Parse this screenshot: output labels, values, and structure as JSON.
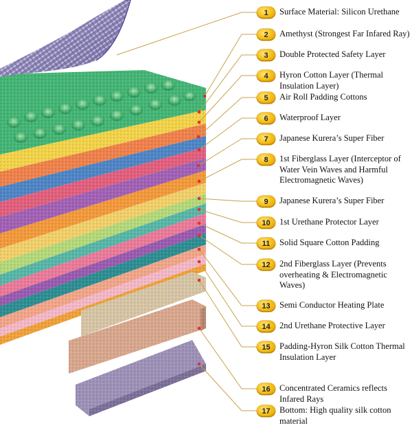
{
  "layers": [
    {
      "number": "1",
      "label": "Surface Material: Silicon Urethane"
    },
    {
      "number": "2",
      "label": "Amethyst (Strongest Far Infared Ray)"
    },
    {
      "number": "3",
      "label": "Double Protected Safety Layer"
    },
    {
      "number": "4",
      "label": "Hyron Cotton Layer (Thermal Insulation Layer)"
    },
    {
      "number": "5",
      "label": "Air Roll Padding Cottons"
    },
    {
      "number": "6",
      "label": "Waterproof Layer"
    },
    {
      "number": "7",
      "label": "Japanese Kurera’s Super Fiber"
    },
    {
      "number": "8",
      "label": "1st Fiberglass Layer (Interceptor of Water Vein Waves and Harmful Electromagnetic Waves)"
    },
    {
      "number": "9",
      "label": "Japanese Kurera’s Super Fiber"
    },
    {
      "number": "10",
      "label": "1st Urethane Protector Layer"
    },
    {
      "number": "11",
      "label": "Solid Square Cotton Padding"
    },
    {
      "number": "12",
      "label": "2nd Fiberglass Layer (Prevents overheating & Electromagnetic Waves)"
    },
    {
      "number": "13",
      "label": "Semi Conductor Heating Plate"
    },
    {
      "number": "14",
      "label": "2nd Urethane Protective Layer"
    },
    {
      "number": "15",
      "label": "Padding-Hyron Silk Cotton Thermal Insulation Layer"
    },
    {
      "number": "16",
      "label": "Concentrated Ceramics reflects Infared Rays"
    },
    {
      "number": "17",
      "label": "Bottom: High quality silk cotton material"
    }
  ],
  "colors": {
    "leader_line": "#c8a24a",
    "dot": "#e0302a",
    "badge": "#f6c21d"
  }
}
